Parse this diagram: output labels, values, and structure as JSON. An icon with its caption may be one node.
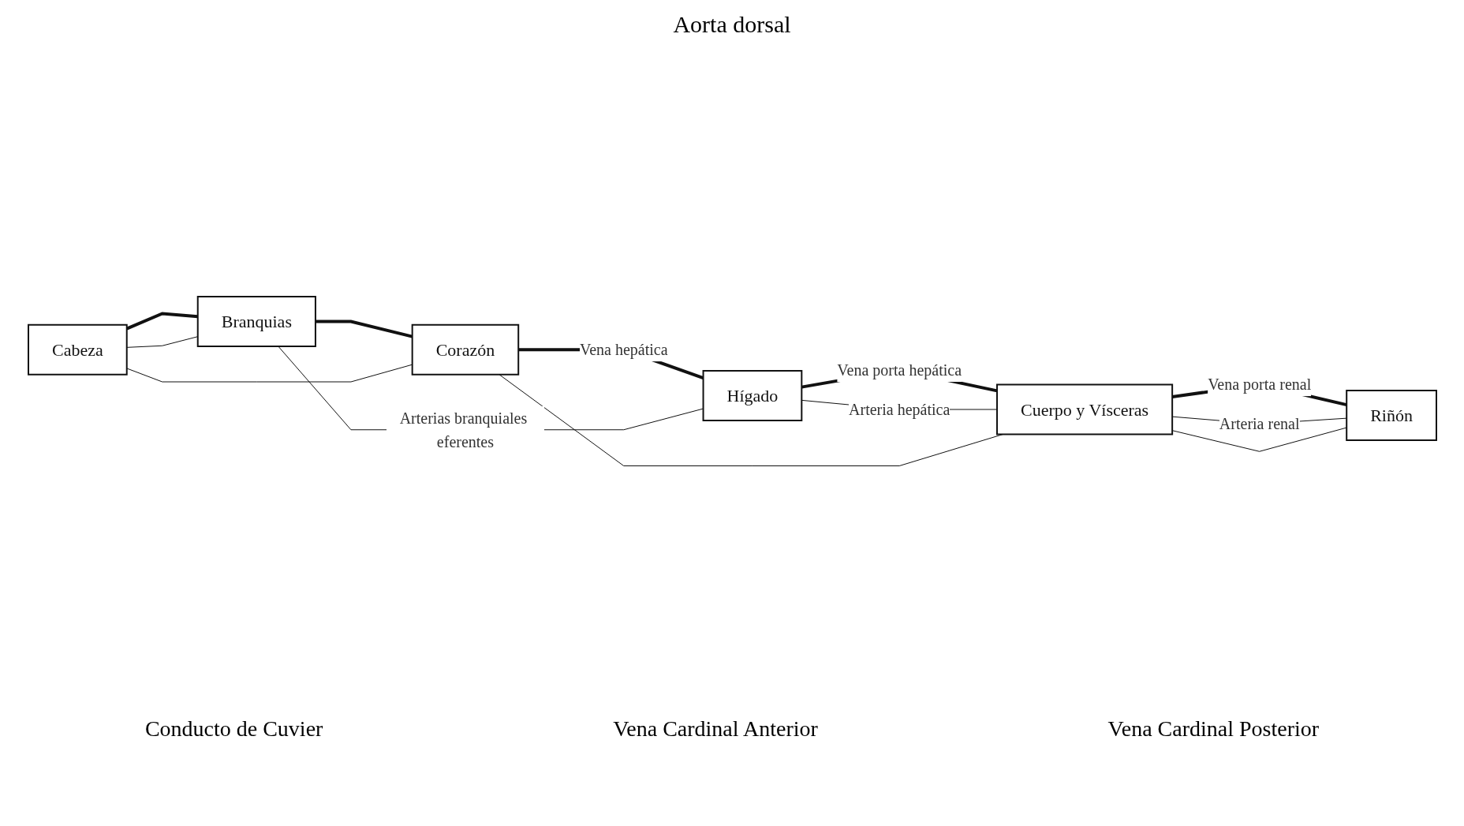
{
  "diagram": {
    "nodes": [
      {
        "text": [
          "Cabeza"
        ]
      },
      {
        "text": [
          "Branquias"
        ]
      },
      {
        "text": [
          "Corazón"
        ]
      },
      {
        "text": [
          "Hígado"
        ]
      },
      {
        "text": [
          "Cuerpo y Vísceras"
        ]
      },
      {
        "text": [
          "Riñón"
        ]
      }
    ],
    "edges": [
      {
        "from": 0,
        "to": 1,
        "arrow": "none",
        "style": "thick"
      },
      {
        "from": 1,
        "to": 2,
        "arrow": "none",
        "style": "thick"
      },
      {
        "from": 2,
        "to": 3,
        "arrow": "none",
        "style": "thick",
        "label": "Vena hepática"
      },
      {
        "from": 3,
        "to": 4,
        "arrow": "none",
        "style": "thick",
        "label": "Vena porta hepática"
      },
      {
        "from": 4,
        "to": 5,
        "arrow": "none",
        "style": "thick",
        "label": "Vena porta renal"
      },
      {
        "from": 1,
        "to": 0,
        "arrow": "none"
      },
      {
        "from": 1,
        "to": 3,
        "arrow": "none",
        "label": "Arterias branquiales eferentes"
      },
      {
        "from": 3,
        "to": 4,
        "arrow": "none",
        "label": "Arteria hepática"
      },
      {
        "from": 4,
        "to": 5,
        "arrow": "none",
        "label": "Arteria renal"
      },
      {
        "from": 0,
        "to": 2,
        "arrow": "none"
      },
      {
        "from": 4,
        "to": 2,
        "arrow": "none"
      },
      {
        "from": 5,
        "to": 4,
        "arrow": "none"
      }
    ],
    "labels": [
      "Aorta dorsal",
      "Conducto de Cuvier",
      "Vena Cardinal Anterior",
      "Vena Cardinal Posterior"
    ]
  }
}
